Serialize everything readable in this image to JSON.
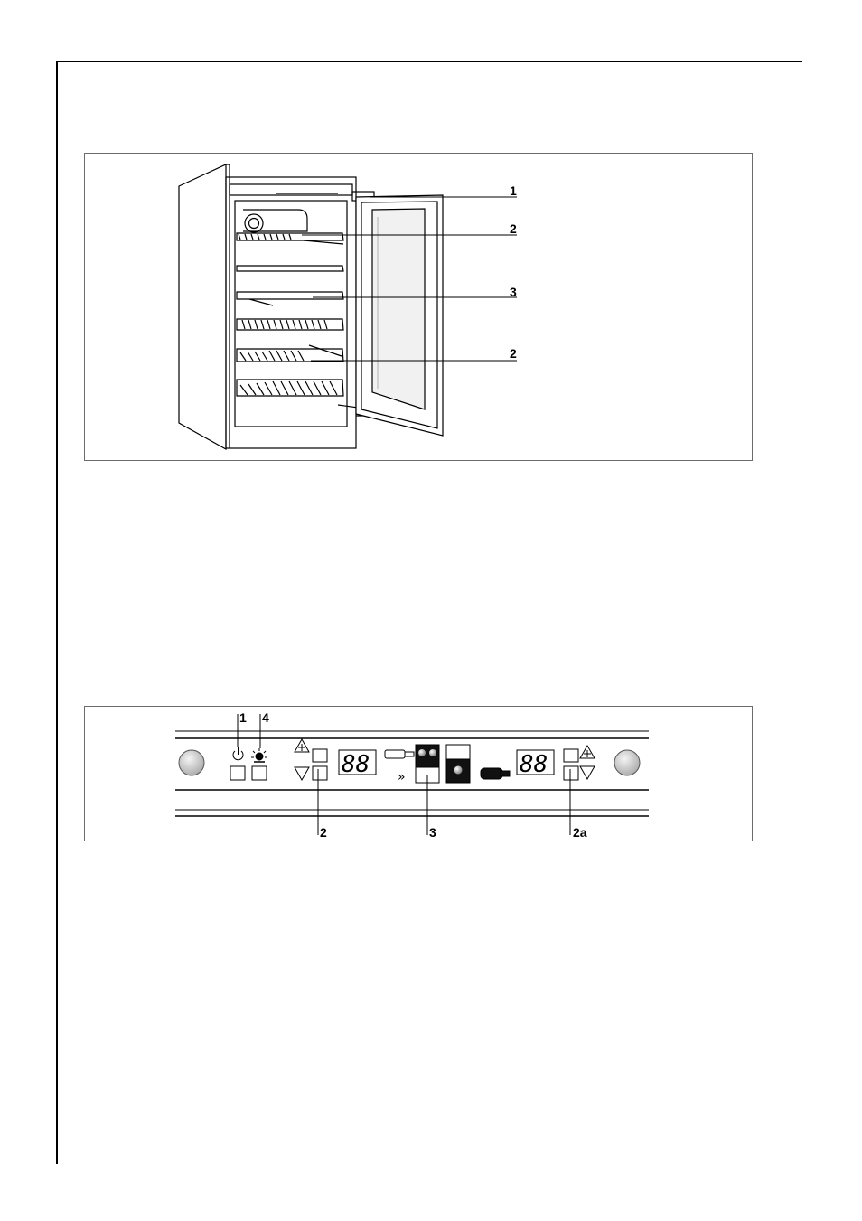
{
  "figure1": {
    "callouts": [
      "1",
      "2",
      "3",
      "2"
    ]
  },
  "figure2": {
    "callouts_top": [
      "1",
      "4"
    ],
    "callouts_bottom": [
      "2",
      "3",
      "2a"
    ],
    "display_left": "88",
    "display_right": "88",
    "chevron": "»"
  }
}
